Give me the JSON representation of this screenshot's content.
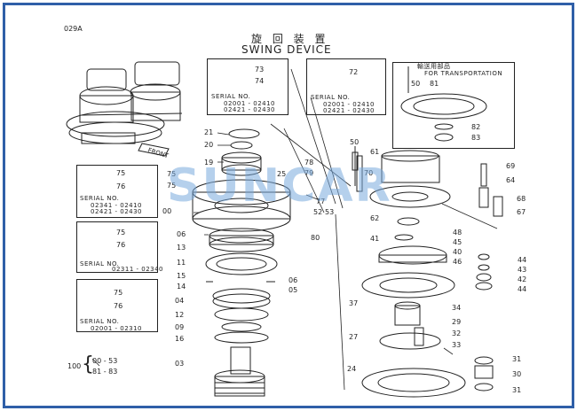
{
  "page_code": "029A",
  "title_cn": "旋 回 装 置",
  "title_en": "SWING DEVICE",
  "watermark": "SUNCAR",
  "front_label": "FRONT",
  "boxes": {
    "box1": {
      "parts": [
        "73",
        "74"
      ],
      "serial_label": "SERIAL NO.",
      "serial_lines": [
        "02001 - 02410",
        "02421 - 02430"
      ]
    },
    "box2": {
      "parts": [
        "72"
      ],
      "serial_label": "SERIAL NO.",
      "serial_lines": [
        "02001 - 02410",
        "02421 - 02430"
      ]
    },
    "box3": {
      "note_cn": "輸送用部品",
      "note_en": "FOR TRANSPORTATION",
      "parts": [
        "50",
        "81",
        "82",
        "83"
      ]
    },
    "box4": {
      "parts": [
        "75",
        "76"
      ],
      "serial_label": "SERIAL NO.",
      "serial_lines": [
        "02341 - 02410",
        "02421 - 02430"
      ]
    },
    "box5": {
      "parts": [
        "75",
        "76"
      ],
      "serial_label": "SERIAL NO.",
      "serial_lines": [
        "02311 - 02340"
      ]
    },
    "box6": {
      "parts": [
        "75",
        "76"
      ],
      "serial_label": "SERIAL NO.",
      "serial_lines": [
        "02001 - 02310"
      ]
    }
  },
  "legend": {
    "prefix": "100",
    "lines": [
      "00 - 53",
      "81 - 83"
    ]
  },
  "callouts": {
    "c21": "21",
    "c20": "20",
    "c19": "19",
    "c78": "78",
    "c79": "79",
    "c25": "25",
    "c75a": "75",
    "c75b": "75",
    "c77": "77",
    "c52": "52",
    "c53": "53",
    "c00": "00",
    "c80": "80",
    "c06": "06",
    "c13": "13",
    "c11": "11",
    "c15": "15",
    "c14": "14",
    "c06b": "06",
    "c05": "05",
    "c04": "04",
    "c12": "12",
    "c09": "09",
    "c16": "16",
    "c03": "03",
    "c50": "50",
    "c61": "61",
    "c70": "70",
    "c69": "69",
    "c64": "64",
    "c68": "68",
    "c67": "67",
    "c62": "62",
    "c48": "48",
    "c41": "41",
    "c45": "45",
    "c40": "40",
    "c46": "46",
    "c44a": "44",
    "c43": "43",
    "c42": "42",
    "c44b": "44",
    "c37": "37",
    "c34": "34",
    "c29": "29",
    "c32": "32",
    "c27": "27",
    "c33": "33",
    "c31a": "31",
    "c24": "24",
    "c30": "30",
    "c31b": "31"
  }
}
